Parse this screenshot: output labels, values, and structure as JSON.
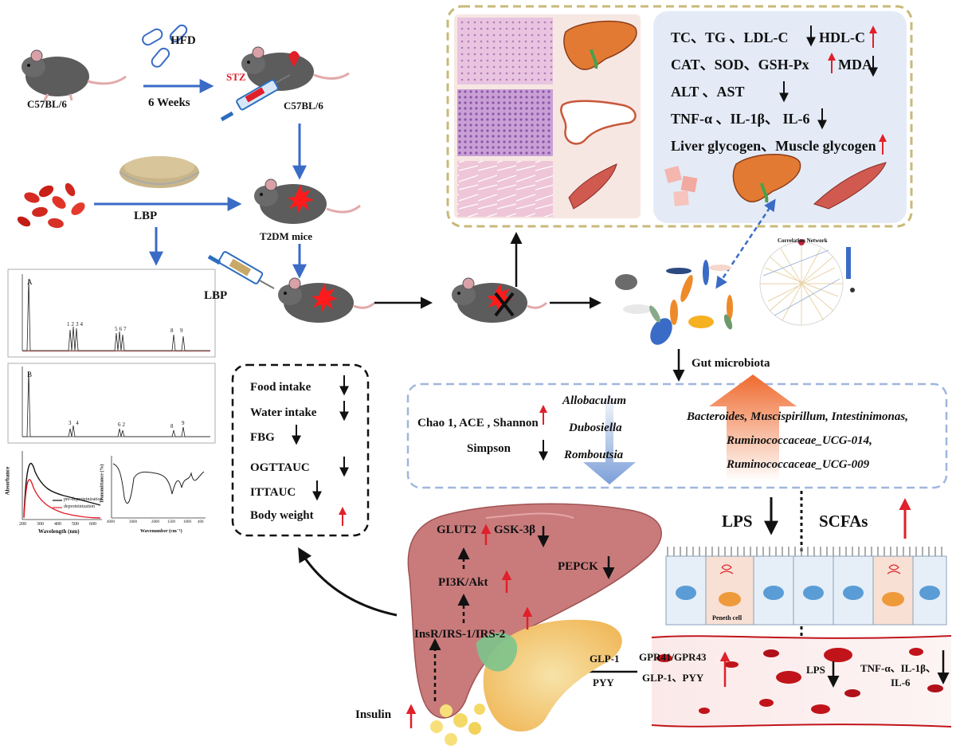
{
  "protocol": {
    "hfd": "HFD",
    "weeks": "6 Weeks",
    "strain_1": "C57BL/6",
    "strain_2": "C57BL/6",
    "stz": "STZ",
    "lbp": "LBP",
    "t2dm": "T2DM mice",
    "lbp_inject": "LBP"
  },
  "biochem": {
    "line1": "TC、TG 、LDL-C",
    "line1b": "HDL-C",
    "line2": "CAT、SOD、GSH-Px",
    "line2b": "MDA",
    "line3": "ALT 、AST",
    "line4": "TNF-α 、IL-1β、 IL-6",
    "line5": "Liver glycogen、Muscle glycogen"
  },
  "network_title": "Correlation Network",
  "gut_label": "Gut microbiota",
  "physio": {
    "items": [
      "Food intake",
      "Water intake",
      "FBG",
      "OGTTAUC",
      "ITTAUC",
      "Body weight"
    ]
  },
  "diversity": {
    "up_indices": "Chao 1,  ACE ,  Shannon",
    "down_indices": "Simpson",
    "down_genera": [
      "Allobaculum",
      "Dubosiella",
      "Romboutsia"
    ],
    "up_genera": [
      "Bacteroides, Muscispirillum, Intestinimonas,",
      "Ruminococcaceae_UCG-014,",
      "Ruminococcaceae_UCG-009"
    ]
  },
  "intestine": {
    "lps": "LPS",
    "scfas": "SCFAs",
    "paneth": "Peneth cell"
  },
  "liver": {
    "glut2": "GLUT2",
    "gsk": "GSK-3β",
    "pepck": "PEPCK",
    "pi3k": "PI3K/Akt",
    "insr": "InsR/IRS-1/IRS-2",
    "insulin": "Insulin"
  },
  "blood": {
    "gpr": "GPR41/GPR43",
    "glp_pyy": "GLP-1、PYY",
    "lps": "LPS",
    "cyto1": "TNF-α、IL-1β、",
    "cyto2": "IL-6",
    "glp1": "GLP-1",
    "pyy": "PYY"
  },
  "hplc": {
    "panel_a": "A",
    "panel_b": "B",
    "peaks_a": [
      "1",
      "2",
      "3",
      "4",
      "5",
      "6",
      "7",
      "8",
      "9"
    ],
    "peaks_b": [
      "3",
      "4",
      "6",
      "2",
      "8",
      "9"
    ]
  },
  "uv": {
    "ylabel": "Absorbance",
    "xlabel": "Wavelength (nm)",
    "ticks": [
      "200",
      "300",
      "400",
      "500",
      "600"
    ],
    "legend": [
      "pre-deproteinization",
      "deproteinization"
    ]
  },
  "ir": {
    "ylabel": "Transmittance (%)",
    "xlabel": "Wavenumber (cm⁻¹)",
    "ticks": [
      "4000",
      "3000",
      "2000",
      "1500",
      "1000",
      "400"
    ]
  },
  "colors": {
    "arrow_blue": "#3a6bc6",
    "red_arrow": "#e0202a",
    "liver": "#c97b7b",
    "pancreas": "#f2c46a",
    "histology_box": "#f7e7e3",
    "biochem_box": "#e4ebf7",
    "dashed_gold": "#c8b97a",
    "dashed_blue": "#9fb6dd"
  }
}
